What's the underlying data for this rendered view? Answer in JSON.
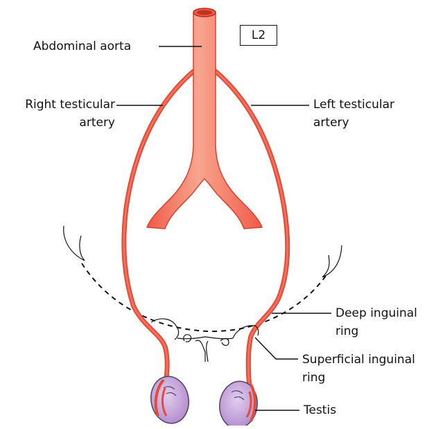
{
  "labels": {
    "abdominal_aorta": "Abdominal aorta",
    "vertebral_level": "L2",
    "right_testicular_line1": "Right testicular",
    "right_testicular_line2": "artery",
    "left_testicular_line1": "Left testicular",
    "left_testicular_line2": "artery",
    "deep_inguinal_line1": "Deep inguinal",
    "deep_inguinal_line2": "ring",
    "superficial_inguinal_line1": "Superficial inguinal",
    "superficial_inguinal_line2": "ring",
    "testis": "Testis"
  },
  "colors": {
    "artery": "#f05a47",
    "artery_dark": "#d94a36",
    "aorta_highlight": "#f8a58f",
    "testis": "#c9a7dc",
    "testis_stroke": "#5a4b6a",
    "line": "#111111"
  }
}
